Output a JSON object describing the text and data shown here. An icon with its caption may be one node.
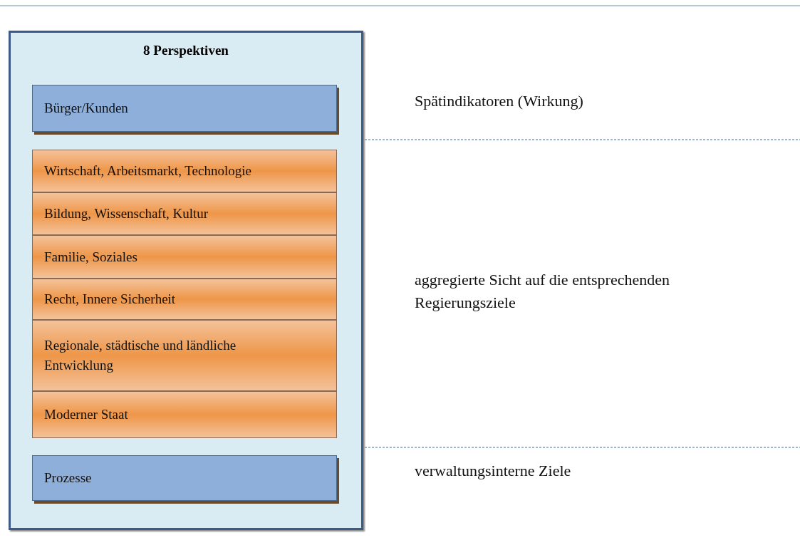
{
  "diagram": {
    "nodes": [
      {
        "text": [
          "8 Perspektiven"
        ]
      },
      {
        "text": [
          "Bürger/Kunden"
        ],
        "in": 0
      },
      {
        "text": [
          "Wirtschaft, Arbeitsmarkt, Technologie"
        ],
        "in": 0
      },
      {
        "text": [
          "Bildung, Wissenschaft, Kultur"
        ],
        "in": 0
      },
      {
        "text": [
          "Familie, Soziales"
        ],
        "in": 0
      },
      {
        "text": [
          "Recht, Innere Sicherheit"
        ],
        "in": 0
      },
      {
        "text": [
          "Regionale, städtische und ländliche Entwicklung"
        ],
        "in": 0
      },
      {
        "text": [
          "Moderner Staat"
        ],
        "in": 0
      },
      {
        "text": [
          "Prozesse"
        ],
        "in": 0
      }
    ],
    "edges": [],
    "labels": [
      "Spätindikatoren (Wirkung)",
      "aggregierte Sicht auf die entsprechenden Regierungsziele",
      "verwaltungsinterne Ziele"
    ]
  }
}
